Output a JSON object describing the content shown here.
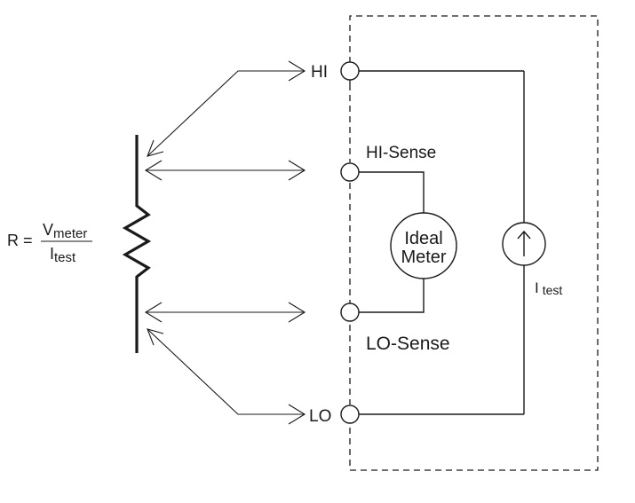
{
  "formula": {
    "lhs": "R =",
    "num_main": "V",
    "num_sub": "meter",
    "den_main": "I",
    "den_sub": "test"
  },
  "terminals": {
    "hi": "HI",
    "hi_sense": "HI-Sense",
    "lo_sense": "LO-Sense",
    "lo": "LO"
  },
  "meter": {
    "line1": "Ideal",
    "line2": "Meter"
  },
  "source": {
    "main": "I",
    "sub": "test"
  }
}
